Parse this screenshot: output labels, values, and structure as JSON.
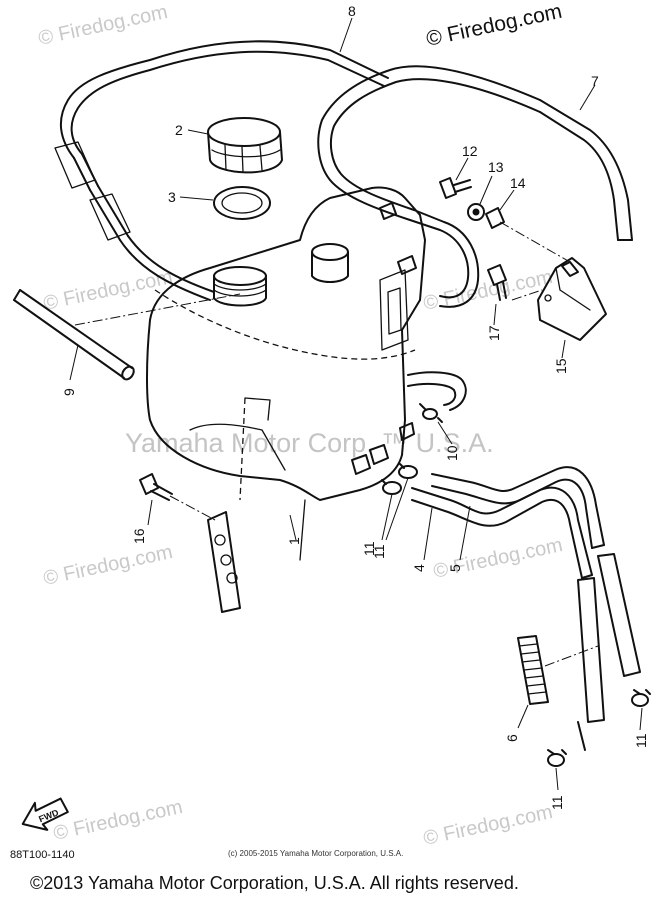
{
  "watermarks": {
    "top_right": "© Firedog.com",
    "repeated": "© Firedog.com",
    "center": "Yamaha Motor Corp. ™ U.S.A."
  },
  "callouts": [
    "1",
    "2",
    "3",
    "4",
    "5",
    "6",
    "7",
    "8",
    "9",
    "10",
    "11",
    "11",
    "11",
    "11",
    "12",
    "13",
    "14",
    "15",
    "16",
    "17"
  ],
  "diagram_code": "88T100-1140",
  "small_copyright": "(c) 2005-2015 Yamaha Motor Corporation, U.S.A.",
  "footer_copyright": "©2013 Yamaha Motor Corporation, U.S.A. All rights reserved.",
  "fwd_label": "FWD",
  "colors": {
    "ink": "#111111",
    "watermark": "#c9c9c9",
    "background": "#ffffff"
  }
}
